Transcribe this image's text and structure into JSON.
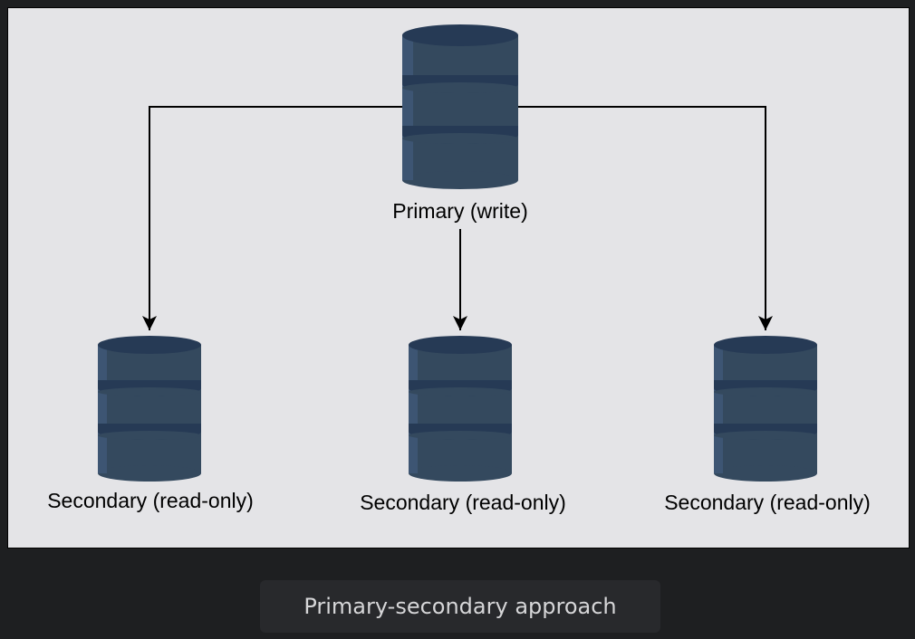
{
  "diagram": {
    "primary": {
      "label": "Primary (write)",
      "icon": "database-icon"
    },
    "secondaries": [
      {
        "label": "Secondary (read-only)",
        "icon": "database-icon"
      },
      {
        "label": "Secondary (read-only)",
        "icon": "database-icon"
      },
      {
        "label": "Secondary (read-only)",
        "icon": "database-icon"
      }
    ],
    "colors": {
      "background": "#e4e4e7",
      "database_body": "#34495e",
      "database_dark": "#263a55",
      "connector": "#000000"
    }
  },
  "caption": {
    "text": "Primary-secondary approach"
  }
}
